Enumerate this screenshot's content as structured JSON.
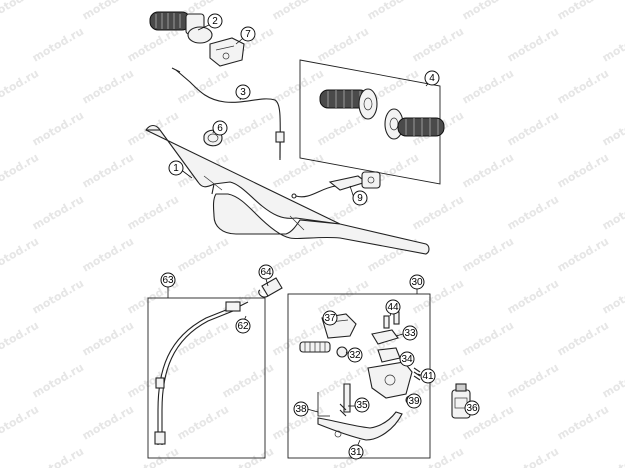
{
  "watermark": "motod.ru",
  "callouts": {
    "c1": "1",
    "c2": "2",
    "c3": "3",
    "c4": "4",
    "c6": "6",
    "c7": "7",
    "c9": "9",
    "c30": "30",
    "c31": "31",
    "c32": "32",
    "c33": "33",
    "c34": "34",
    "c35": "35",
    "c36": "36",
    "c37": "37",
    "c38": "38",
    "c39": "39",
    "c41": "41",
    "c44": "44",
    "c62": "62",
    "c63": "63",
    "c64": "64"
  },
  "colors": {
    "line": "#222222",
    "part_fill": "#f3f3f3",
    "grip": "#4a4a4a",
    "watermark": "#e6e6e6"
  },
  "icons": {
    "oil_bottle": "bottle-icon",
    "grip": "grip-icon"
  }
}
